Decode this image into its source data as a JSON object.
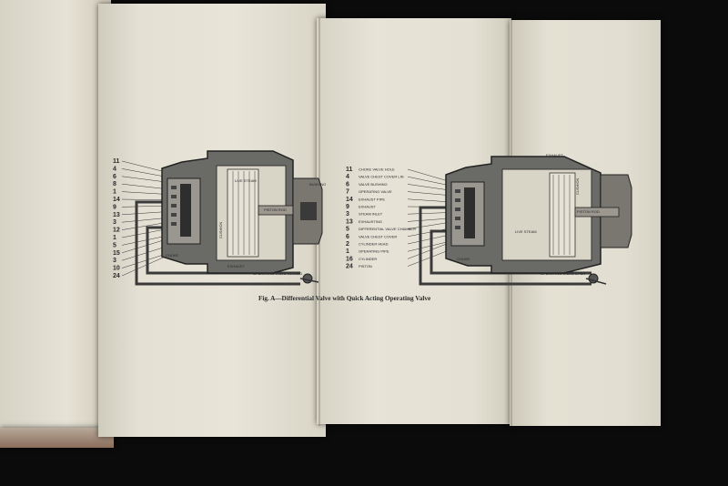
{
  "caption": "Fig. A—Differential Valve with Quick Acting Operating Valve",
  "left_diagram": {
    "numbers": [
      "11",
      "4",
      "6",
      "8",
      "1",
      "14",
      "9",
      "13",
      "3",
      "12",
      "1",
      "5",
      "15",
      "3",
      "10",
      "24"
    ],
    "labels": {
      "live_steam": "LIVE STEAM",
      "piston_rod": "PISTON ROD",
      "cushion": "CUSHION",
      "bushing": "BUSHING",
      "choke": "CHOKE",
      "exhaust": "EXHAUST",
      "operating_valve": "OPERATING VALVE CLOSED"
    }
  },
  "right_diagram": {
    "legend": [
      {
        "num": "11",
        "text": "CHOKE VALVE HOLE"
      },
      {
        "num": "4",
        "text": "VALVE CHEST COVER LIN"
      },
      {
        "num": "6",
        "text": "VALVE BUSHING"
      },
      {
        "num": "7",
        "text": "OPERATING VALVE"
      },
      {
        "num": "14",
        "text": "EXHAUST PIPE"
      },
      {
        "num": "9",
        "text": "EXHAUST"
      },
      {
        "num": "3",
        "text": "STEAM INLET"
      },
      {
        "num": "13",
        "text": "EXHAUSTING"
      },
      {
        "num": "5",
        "text": "DIFFERENTIAL VALVE CHAMBER"
      },
      {
        "num": "6",
        "text": "VALVE CHEST COVER"
      },
      {
        "num": "2",
        "text": "CYLINDER HEAD"
      },
      {
        "num": "1",
        "text": "OPERATING PIPE"
      },
      {
        "num": "16",
        "text": "CYLINDER"
      },
      {
        "num": "24",
        "text": "PISTON"
      }
    ],
    "labels": {
      "exhaust": "EXHAUST",
      "live_steam": "LIVE STEAM",
      "piston_rod": "PISTON ROD",
      "cushion": "CUSHION",
      "choke": "CHOKE",
      "operating_valve": "OPERATING VALVE OPEN"
    }
  }
}
